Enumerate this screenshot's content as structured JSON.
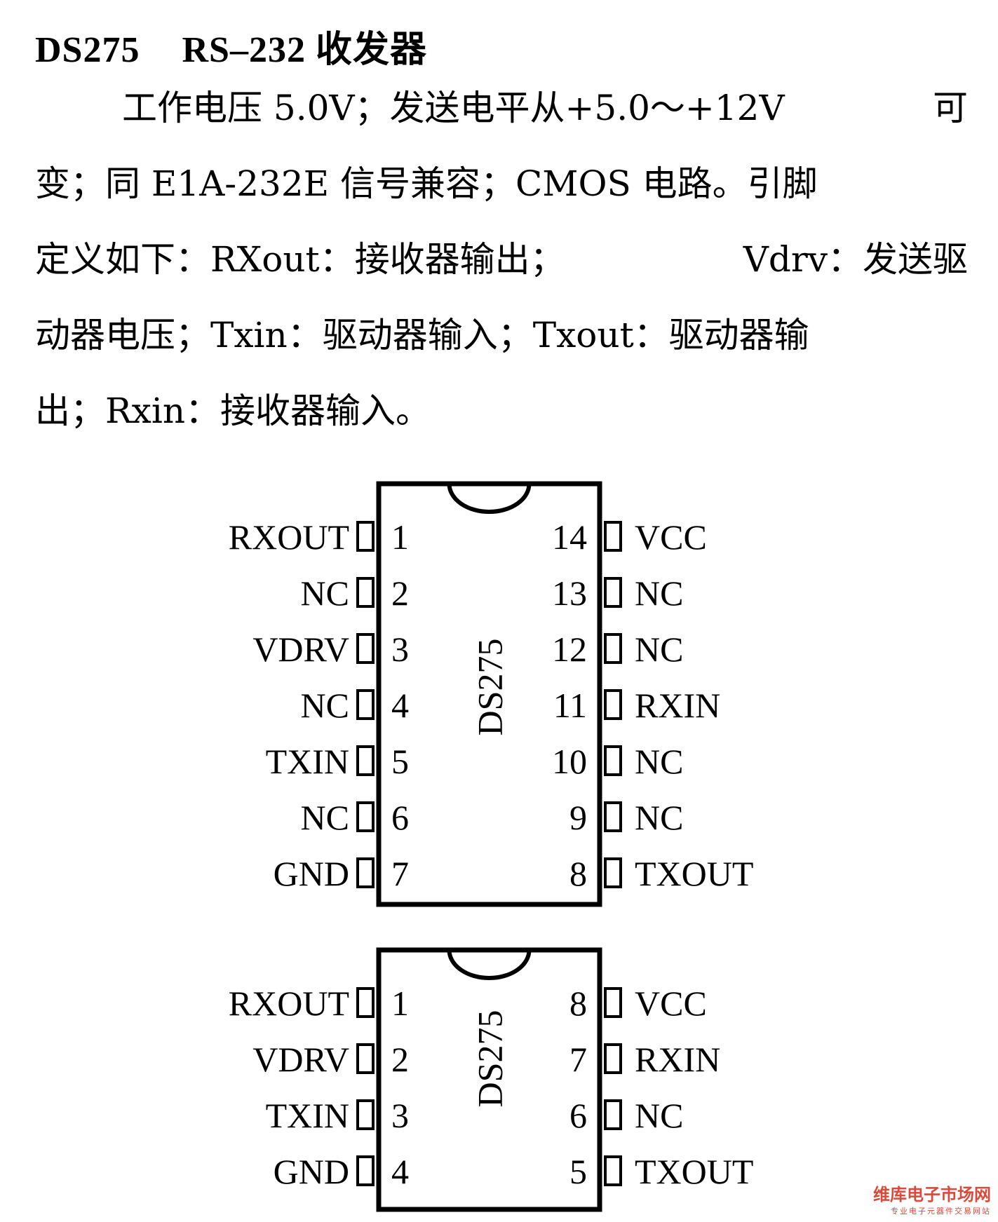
{
  "title": {
    "part": "DS275",
    "desc": "RS–232 收发器"
  },
  "paragraph": [
    [
      "工作电压 5.0V；发送电平从+5.0～+12V",
      "可"
    ],
    [
      "变；同 E1A-232E 信号兼容；CMOS 电路。引脚"
    ],
    [
      "定义如下：RXout：接收器输出；",
      "Vdrv：发送驱"
    ],
    [
      "动器电压；Txin：驱动器输入；Txout：驱动器输"
    ],
    [
      "出；Rxin：接收器输入。"
    ]
  ],
  "chips": [
    {
      "name": "DS275",
      "left_pins": [
        {
          "num": "1",
          "label": "RXOUT"
        },
        {
          "num": "2",
          "label": "NC"
        },
        {
          "num": "3",
          "label": "VDRV"
        },
        {
          "num": "4",
          "label": "NC"
        },
        {
          "num": "5",
          "label": "TXIN"
        },
        {
          "num": "6",
          "label": "NC"
        },
        {
          "num": "7",
          "label": "GND"
        }
      ],
      "right_pins": [
        {
          "num": "14",
          "label": "VCC"
        },
        {
          "num": "13",
          "label": "NC"
        },
        {
          "num": "12",
          "label": "NC"
        },
        {
          "num": "11",
          "label": "RXIN"
        },
        {
          "num": "10",
          "label": "NC"
        },
        {
          "num": "9",
          "label": "NC"
        },
        {
          "num": "8",
          "label": "TXOUT"
        }
      ]
    },
    {
      "name": "DS275",
      "left_pins": [
        {
          "num": "1",
          "label": "RXOUT"
        },
        {
          "num": "2",
          "label": "VDRV"
        },
        {
          "num": "3",
          "label": "TXIN"
        },
        {
          "num": "4",
          "label": "GND"
        }
      ],
      "right_pins": [
        {
          "num": "8",
          "label": "VCC"
        },
        {
          "num": "7",
          "label": "RXIN"
        },
        {
          "num": "6",
          "label": "NC"
        },
        {
          "num": "5",
          "label": "TXOUT"
        }
      ]
    }
  ],
  "watermark": {
    "brand": "维库电子市场网",
    "sub": "专业电子元器件交易网站"
  }
}
